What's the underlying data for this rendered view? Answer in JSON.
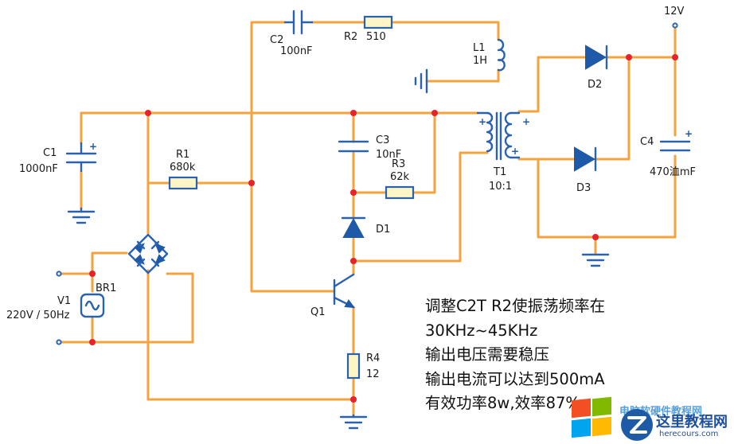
{
  "labels": {
    "vcc": "12V",
    "c2_name": "C2",
    "c2_value": "100nF",
    "r2_name": "R2",
    "r2_value": "510",
    "l1_name": "L1",
    "l1_value": "1H",
    "c1_name": "C1",
    "c1_value": "1000nF",
    "r1_name": "R1",
    "r1_value": "680k",
    "c3_name": "C3",
    "c3_value": "10nF",
    "r3_name": "R3",
    "r3_value": "62k",
    "d1_name": "D1",
    "d2_name": "D2",
    "d3_name": "D3",
    "t1_name": "T1",
    "t1_value": "10:1",
    "c4_name": "C4",
    "c4_value": "470洫mF",
    "br1_name": "BR1",
    "v1_name": "V1",
    "v1_value": "220V / 50Hz",
    "q1_name": "Q1",
    "r4_name": "R4",
    "r4_value": "12"
  },
  "polarity": {
    "plus": "+"
  },
  "notes": [
    "调整C2T R2使振荡频率在",
    "30KHz~45KHz",
    "输出电压需要稳压",
    "输出电流可以达到500mA",
    "有效功率",
    "8w,效率",
    "87%"
  ],
  "watermark": {
    "site": "电脑软硬件教程网",
    "title": "这里教程网",
    "url": "herecours.com",
    "logo_colors": [
      "#f25022",
      "#7fba00",
      "#00a4ef",
      "#ffb900"
    ]
  },
  "colors": {
    "wire": "#f5a33c",
    "component": "#2a62b0",
    "junction": "#e8222a",
    "resistor_fill": "#fcf5c6"
  }
}
